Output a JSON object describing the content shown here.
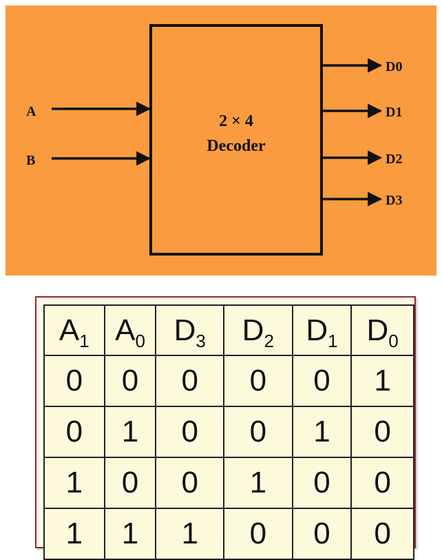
{
  "diagram": {
    "block_line1": "2 × 4",
    "block_line2": "Decoder",
    "inputs": [
      "A",
      "B"
    ],
    "outputs": [
      "D0",
      "D1",
      "D2",
      "D3"
    ],
    "background_color": "#f99b3e"
  },
  "truth_table": {
    "headers": [
      {
        "base": "A",
        "sub": "1"
      },
      {
        "base": "A",
        "sub": "0"
      },
      {
        "base": "D",
        "sub": "3"
      },
      {
        "base": "D",
        "sub": "2"
      },
      {
        "base": "D",
        "sub": "1"
      },
      {
        "base": "D",
        "sub": "0"
      }
    ],
    "rows": [
      [
        "0",
        "0",
        "0",
        "0",
        "0",
        "1"
      ],
      [
        "0",
        "1",
        "0",
        "0",
        "1",
        "0"
      ],
      [
        "1",
        "0",
        "0",
        "1",
        "0",
        "0"
      ],
      [
        "1",
        "1",
        "1",
        "0",
        "0",
        "0"
      ]
    ],
    "background_color": "#fdfadc",
    "border_color": "#8e2d2d"
  }
}
